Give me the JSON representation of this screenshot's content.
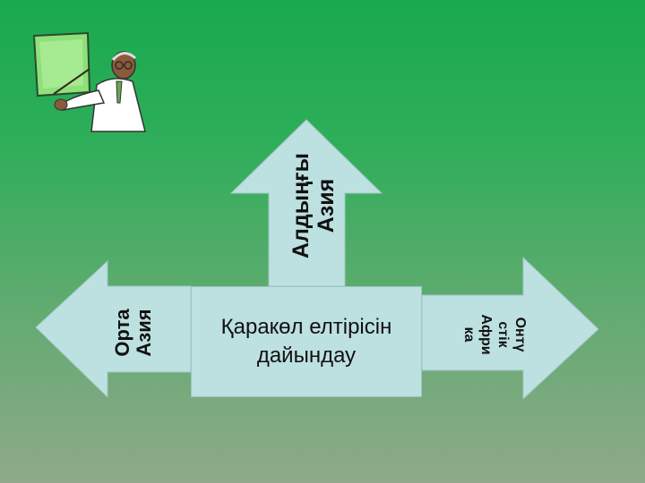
{
  "diagram": {
    "center_label": "Қаракөл елтірісін\nдайындау",
    "arrows": [
      {
        "id": "up",
        "label": "Алдыңғы\nАзия"
      },
      {
        "id": "left",
        "label": "Орта\nАзия"
      },
      {
        "id": "right",
        "label": "Онтү\nстік\nАфри\nка"
      }
    ],
    "colors": {
      "arrow_fill": "#bde0e0",
      "background_top": "#19a94f",
      "background_bottom": "#8fa98a"
    }
  },
  "clipart": {
    "icon": "presenter-pointing-at-board-icon"
  }
}
